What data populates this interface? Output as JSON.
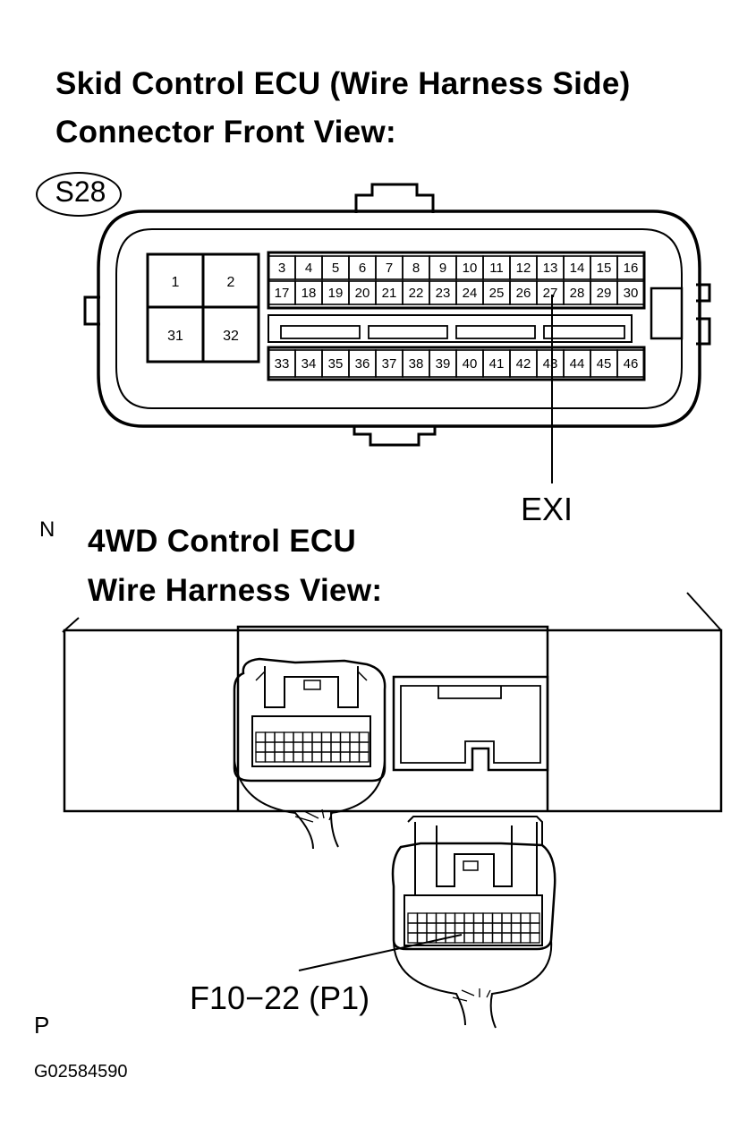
{
  "skid_ecu": {
    "title_line1": "Skid Control ECU (Wire Harness Side)",
    "title_line2": "Connector Front View:",
    "connector_id": "S28",
    "large_pins": [
      "1",
      "2",
      "31",
      "32"
    ],
    "row1_pins": [
      "3",
      "4",
      "5",
      "6",
      "7",
      "8",
      "9",
      "10",
      "11",
      "12",
      "13",
      "14",
      "15",
      "16"
    ],
    "row2_pins": [
      "17",
      "18",
      "19",
      "20",
      "21",
      "22",
      "23",
      "24",
      "25",
      "26",
      "27",
      "28",
      "29",
      "30"
    ],
    "row3_pins": [
      "33",
      "34",
      "35",
      "36",
      "37",
      "38",
      "39",
      "40",
      "41",
      "42",
      "43",
      "44",
      "45",
      "46"
    ],
    "callout_label": "EXI"
  },
  "fwd_ecu": {
    "section_letter": "N",
    "title_line1": "4WD Control ECU",
    "title_line2": "Wire Harness View:",
    "callout_label": "F10−22 (P1)"
  },
  "footer": {
    "section_letter": "P",
    "figure_code": "G02584590"
  }
}
